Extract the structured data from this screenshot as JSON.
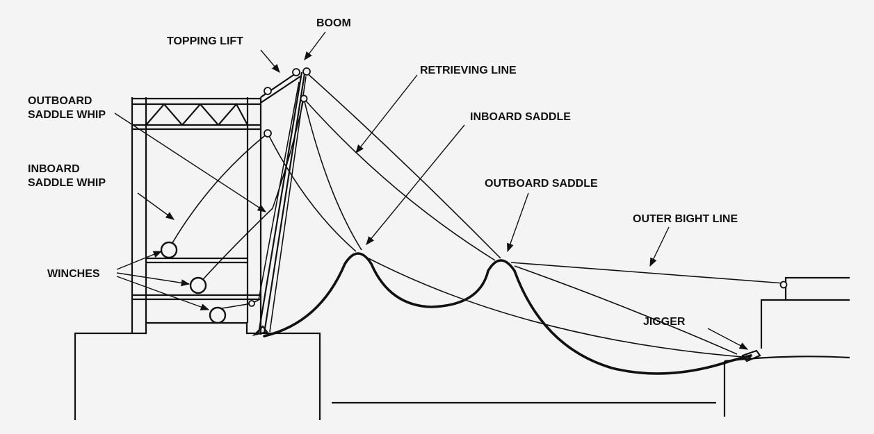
{
  "labels": {
    "boom": "BOOM",
    "topping_lift": "TOPPING LIFT",
    "retrieving_line": "RETRIEVING LINE",
    "outboard_saddle_whip_1": "OUTBOARD",
    "outboard_saddle_whip_2": "SADDLE WHIP",
    "inboard_saddle": "INBOARD SADDLE",
    "inboard_saddle_whip_1": "INBOARD",
    "inboard_saddle_whip_2": "SADDLE WHIP",
    "outboard_saddle": "OUTBOARD SADDLE",
    "outer_bight_line": "OUTER BIGHT LINE",
    "winches": "WINCHES",
    "jigger": "JIGGER"
  }
}
